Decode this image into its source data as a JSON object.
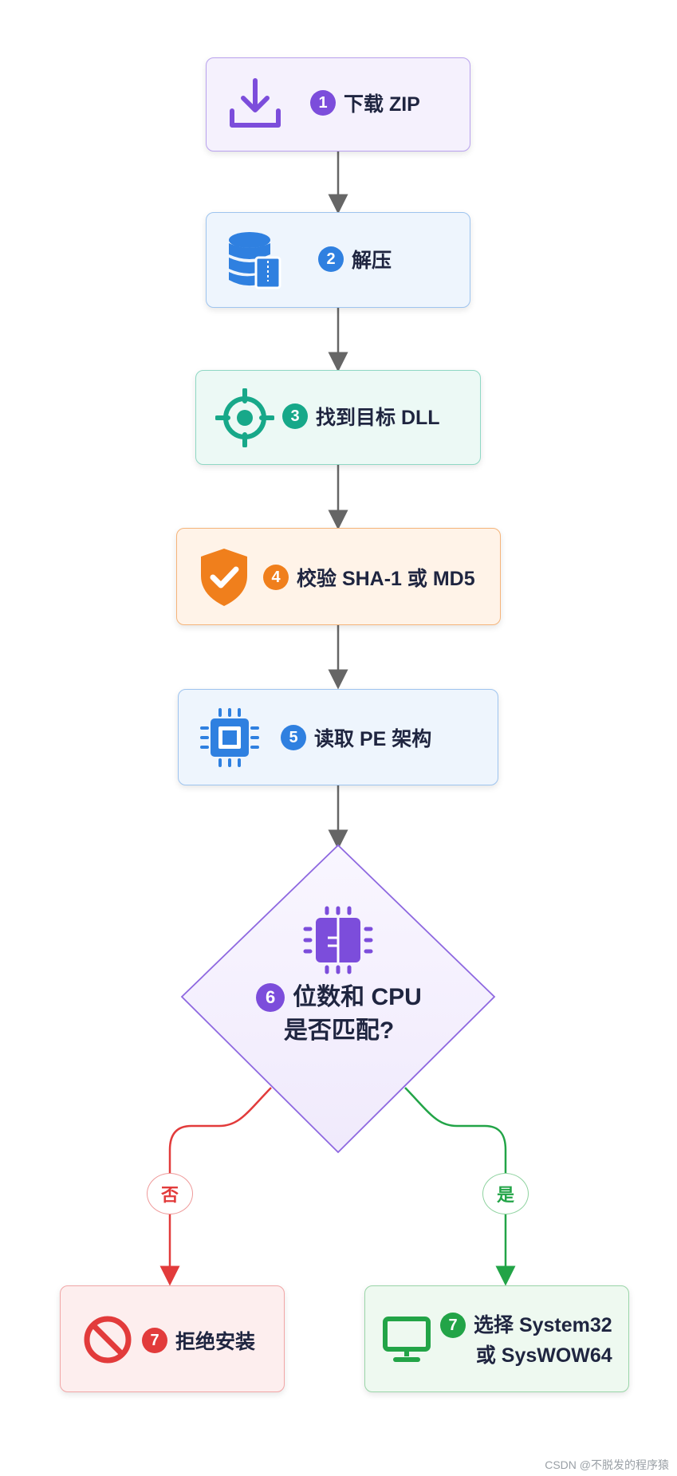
{
  "steps": [
    {
      "num": "1",
      "label": "下载 ZIP",
      "icon": "download-icon"
    },
    {
      "num": "2",
      "label": "解压",
      "icon": "archive-database-icon"
    },
    {
      "num": "3",
      "label": "找到目标 DLL",
      "icon": "target-icon"
    },
    {
      "num": "4",
      "label": "校验 SHA-1 或 MD5",
      "icon": "shield-check-icon"
    },
    {
      "num": "5",
      "label": "读取 PE 架构",
      "icon": "chip-icon"
    }
  ],
  "decision": {
    "num": "6",
    "line1": "位数和 CPU",
    "line2": "是否匹配?",
    "icon": "chip-icon"
  },
  "branches": {
    "no_label": "否",
    "yes_label": "是"
  },
  "outcomes": {
    "reject": {
      "num": "7",
      "label": "拒绝安装",
      "icon": "prohibited-icon"
    },
    "accept": {
      "num": "7",
      "line1": "选择 System32",
      "line2": "或 SysWOW64",
      "icon": "monitor-icon"
    }
  },
  "watermark": "CSDN @不脱发的程序猿",
  "colors": {
    "purple": "#7c4ddb",
    "blue": "#2f80e0",
    "teal": "#17a889",
    "orange": "#f07f1c",
    "red": "#e23b3b",
    "green": "#22a447",
    "arrow": "#666666"
  }
}
